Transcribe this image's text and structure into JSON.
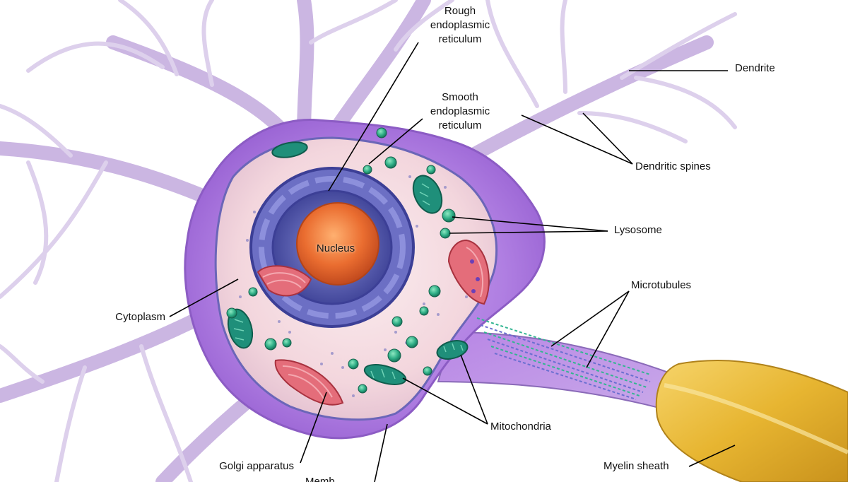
{
  "diagram": {
    "labels": {
      "rough_er": "Rough\nendoplasmic\nreticulum",
      "smooth_er": "Smooth\nendoplasmic\nreticulum",
      "dendrite": "Dendrite",
      "dendritic_spines": "Dendritic spines",
      "lysosome": "Lysosome",
      "nucleus": "Nucleus",
      "microtubules": "Microtubules",
      "cytoplasm": "Cytoplasm",
      "mitochondria": "Mitochondria",
      "golgi": "Golgi apparatus",
      "myelin": "Myelin sheath",
      "membrane_partial": "Memb"
    },
    "colors": {
      "background": "#ffffff",
      "cell_purple": "#b27fe0",
      "dendrite_lavender": "#d9cbe8",
      "cytoplasm_pink": "#f2d3da",
      "nucleus_blue": "#4b4fa8",
      "nucleolus_orange": "#e2662c",
      "mitochondria_green": "#1f8f7a",
      "lysosome_green": "#2fae86",
      "golgi_red": "#e06070",
      "myelin_gold": "#e8b83a",
      "leader_line": "#000000"
    }
  }
}
